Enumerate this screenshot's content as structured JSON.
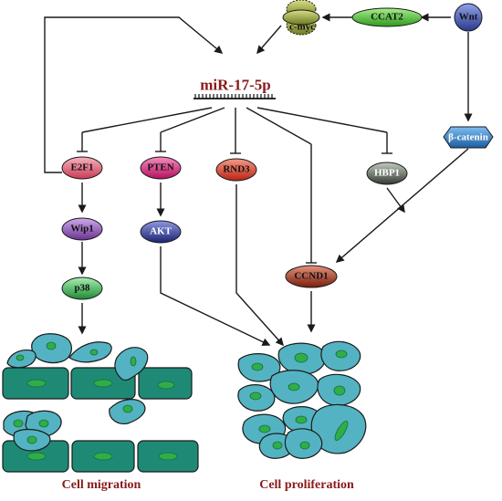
{
  "diagram": {
    "mirna_label": "miR-17-5p",
    "nodes": {
      "wnt": "Wnt",
      "ccat2": "CCAT2",
      "cmyc": "c-myc",
      "beta_catenin": "β-catenin",
      "e2f1": "E2F1",
      "pten": "PTEN",
      "rnd3": "RND3",
      "hbp1": "HBP1",
      "wip1": "Wip1",
      "akt": "AKT",
      "p38": "p38",
      "ccnd1": "CCND1"
    },
    "outcomes": {
      "migration": "Cell migration",
      "proliferation": "Cell proliferation"
    },
    "colors": {
      "arrow": "#1a1a1a",
      "mirna_text": "#8b1a1a",
      "outcome_text": "#8b1a1a",
      "wnt": "#4a5fb0",
      "ccat2": "#4fc235",
      "cmyc": "#9aa23a",
      "beta_catenin": "#2f7dc4",
      "e2f1": "#e5657a",
      "pten": "#e5287f",
      "rnd3": "#e0402c",
      "hbp1": "#5a6357",
      "wip1": "#8f58b8",
      "akt": "#3540a0",
      "p38": "#3fbb57",
      "ccnd1": "#a6321c",
      "cell_body": "#54b3c2",
      "cell_nucleus": "#2eae48",
      "tissue_block": "#1e8a76"
    }
  }
}
